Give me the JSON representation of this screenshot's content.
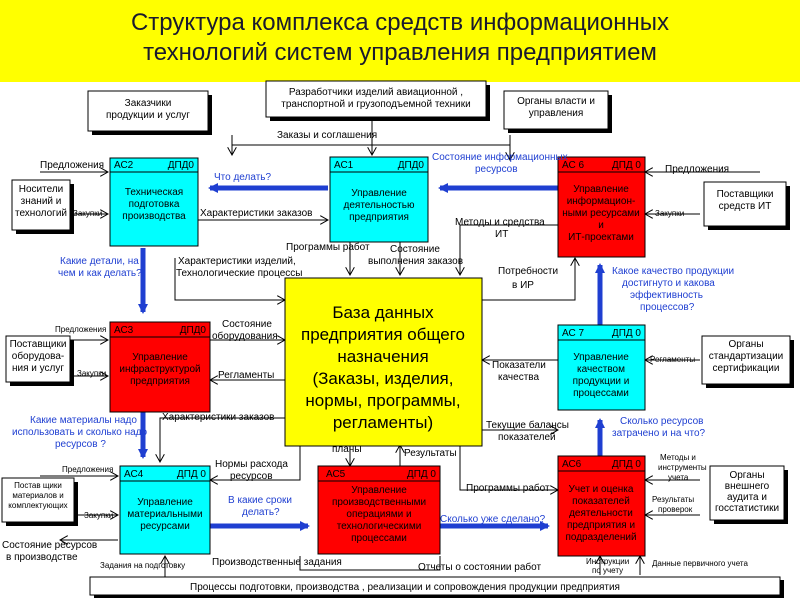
{
  "title": {
    "line1": "Структура комплекса средств информационных",
    "line2": "технологий систем управления предприятием"
  },
  "colors": {
    "title_bg": "#ffff00",
    "cyan": "#00ffff",
    "red": "#ff0000",
    "db": "#ffff00",
    "arrow_blue": "#1f3fd1"
  },
  "activities": [
    {
      "code": "АС2",
      "node": "ДПД0",
      "lines": [
        "Техническая",
        "подготовка",
        "производства"
      ]
    },
    {
      "code": "АС1",
      "node": "ДПД0",
      "lines": [
        "Управление",
        "деятельностью",
        "предприятия"
      ]
    },
    {
      "code": "АС 6",
      "node": "ДПД 0",
      "lines": [
        "Управление",
        "информацион-",
        "ными ресурсами",
        "и",
        "ИТ-проектами"
      ]
    },
    {
      "code": "АС3",
      "node": "ДПД0",
      "lines": [
        "Управление",
        "инфраструктурой",
        "предприятия"
      ]
    },
    {
      "code": "АС 7",
      "node": "ДПД 0",
      "lines": [
        "Управление",
        "качеством",
        "продукции и",
        "процессами"
      ]
    },
    {
      "code": "АС4",
      "node": "ДПД 0",
      "lines": [
        "Управление",
        "материальными",
        "ресурсами"
      ]
    },
    {
      "code": "АС5",
      "node": "ДПД 0",
      "lines": [
        "Управление",
        "производственными",
        "операциями и",
        "технологическими",
        "процессами"
      ]
    },
    {
      "code": "АС6",
      "node": "ДПД 0",
      "lines": [
        "Учет и оценка",
        "показателей",
        "деятельности",
        "предприятия и",
        "подразделений"
      ]
    }
  ],
  "database": {
    "lines": [
      "База данных",
      "предприятия  общего",
      "назначения",
      "(Заказы, изделия,",
      "нормы, программы,",
      "регламенты)"
    ]
  },
  "entities": [
    {
      "lines": [
        "Заказчики",
        "продукции и услуг"
      ]
    },
    {
      "lines": [
        "Разработчики изделий авиационной ,",
        "транспортной и грузоподъемной техники"
      ]
    },
    {
      "lines": [
        "Органы власти и",
        "управления"
      ]
    },
    {
      "lines": [
        "Носители",
        "знаний и",
        "технологий"
      ]
    },
    {
      "lines": [
        "Поставщики",
        "средств ИТ"
      ]
    },
    {
      "lines": [
        "Поставщики",
        "оборудова-",
        "ния и услуг"
      ]
    },
    {
      "lines": [
        "Органы",
        "стандартизации",
        "сертификации"
      ]
    },
    {
      "lines": [
        "Постав щики",
        "материалов и",
        "комплектующих"
      ]
    },
    {
      "lines": [
        "Органы",
        "внешнего",
        "аудита и",
        "госстатистики"
      ]
    },
    {
      "lines": [
        "Процессы  подготовки, производства , реализации и сопровождения продукции предприятия"
      ]
    }
  ],
  "labels": {
    "orders_agreements": "Заказы и соглашения",
    "proposals_left": "Предложения",
    "proposals_right": "Предложения",
    "resources_state": "Состояние информационных",
    "resources_state2": "ресурсов",
    "what_to_do": "Что делать?",
    "purchases1": "Закупки",
    "purchases2": "Закупки",
    "order_characteristics": "Характеристики заказов",
    "it_methods": "Методы и средства",
    "it_methods2": "ИТ",
    "work_programs": "Программы работ",
    "orders_state": "Состояние",
    "orders_state2": "выполнения заказов",
    "details_q1": "Какие детали, на",
    "details_q2": "чем и как делать?",
    "product_chars": "Характеристики изделий,",
    "tech_processes": "Технологические процессы",
    "ir_needs": "Потребности",
    "ir_needs2": "в ИР",
    "quality_q1": "Какое качество продукции",
    "quality_q2": "достигнуто и какова",
    "quality_q3": "эффективность",
    "quality_q4": "процессов?",
    "proposals3": "Предложения",
    "equipment_state": "Состояние",
    "equipment_state2": "оборудования",
    "purchases3": "Закупки",
    "reglaments1": "Регламенты",
    "reglaments2": "Регламенты",
    "quality_indicators": "Показатели",
    "quality_indicators2": "качества",
    "materials_q1": "Какие материалы надо",
    "materials_q2": "использовать и сколько надо",
    "materials_q3": "ресурсов ?",
    "order_chars2": "Характеристики заказов",
    "current_balances": "Текущие балансы",
    "current_balances2": "показателей",
    "resources_q1": "Сколько ресурсов",
    "resources_q2": "затрачено и на что?",
    "plans": "планы",
    "results": "Результаты",
    "consumption_norms": "Нормы расхода",
    "consumption_norms2": "ресурсов",
    "proposals4": "Предложения",
    "methods_tools": "Методы и",
    "methods_tools2": "инструменты",
    "methods_tools3": "учета",
    "work_programs2": "Программы работ",
    "deadlines_q1": "В какие сроки",
    "deadlines_q2": "делать?",
    "how_much_done": "Сколько уже сделано?",
    "audit_results": "Результаты",
    "audit_results2": "проверок",
    "purchases4": "Закупки",
    "resource_state": "Состояние ресурсов",
    "resource_state2": "в производстве",
    "production_tasks": "Производственные задания",
    "tasks_preparation": "Задания на подготовку",
    "work_reports": "Отчеты о состоянии работ",
    "instructions": "Инструкции",
    "instructions2": "по учету",
    "primary_data": "Данные первичного учета"
  }
}
